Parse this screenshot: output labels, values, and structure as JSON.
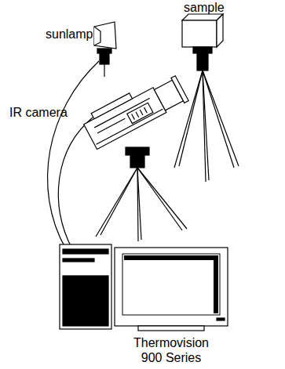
{
  "diagram": {
    "labels": [
      "sunlamp",
      "IR camera",
      "sample",
      "Thermovision 900 Series"
    ]
  }
}
